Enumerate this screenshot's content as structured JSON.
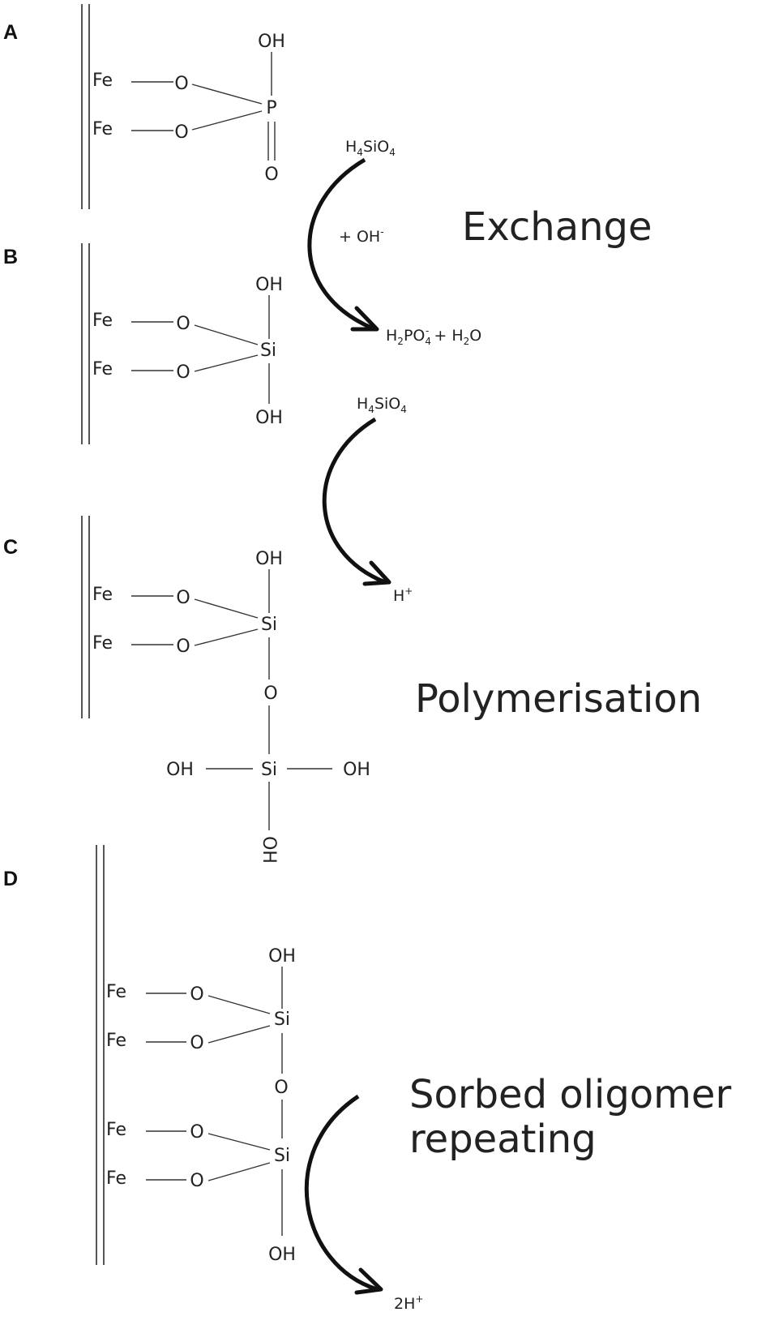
{
  "panels": [
    "A",
    "B",
    "C",
    "D"
  ],
  "atoms": {
    "fe": "Fe",
    "o": "O",
    "p": "P",
    "si": "Si",
    "oh": "OH"
  },
  "species": {
    "silicic_acid": {
      "base": "H",
      "s1": "4",
      "mid": "SiO",
      "s2": "4"
    },
    "plus_hydroxide": {
      "base": "+  OH",
      "sup": "-"
    },
    "phosphate_water": {
      "a": "H",
      "a_sub": "2",
      "b": "PO",
      "b_sub": "4",
      "b_sup": "-",
      "c": " + H",
      "c_sub": "2",
      "d": "O"
    },
    "proton": {
      "base": "H",
      "sup": "+"
    },
    "two_protons": {
      "base": "2H",
      "sup": "+"
    }
  },
  "labels": {
    "exchange": "Exchange",
    "polymerisation": "Polymerisation",
    "sorbed_line1": "Sorbed oligomer",
    "sorbed_line2": "repeating"
  }
}
